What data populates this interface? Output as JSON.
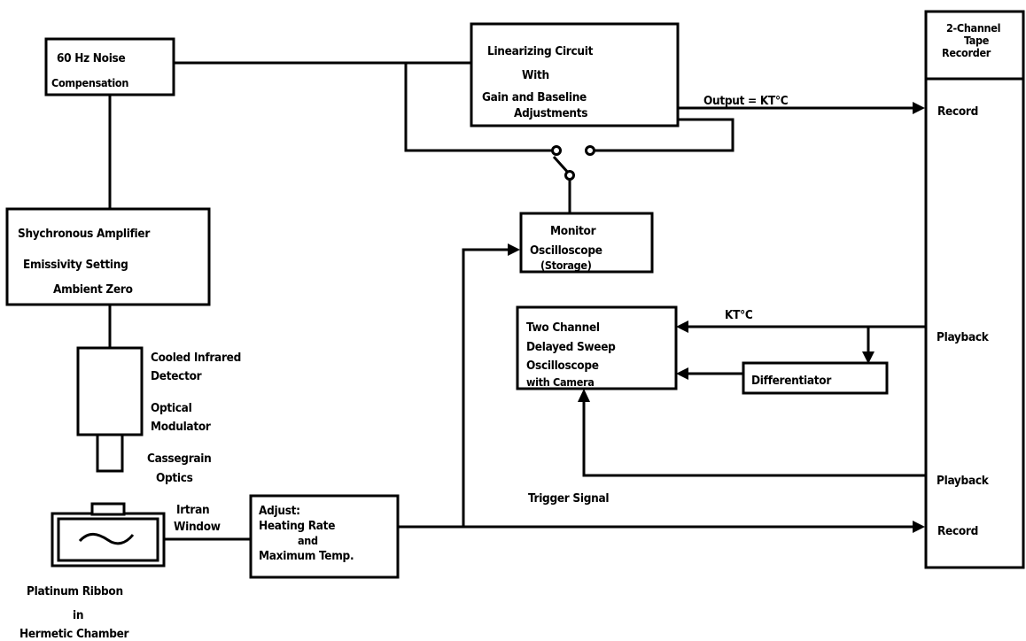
{
  "blocks": {
    "noise_comp": [
      "60 Hz Noise",
      "Compensation"
    ],
    "linearizing": [
      "Linearizing Circuit",
      "With",
      "Gain and Baseline",
      "Adjustments"
    ],
    "tape_recorder": [
      "2-Channel",
      "Tape",
      "Recorder"
    ],
    "sync_amp": [
      "Shychronous Amplifier",
      "Emissivity Setting",
      "Ambient Zero"
    ],
    "monitor_scope": [
      "Monitor",
      "Oscilloscope",
      "(Storage)"
    ],
    "two_channel_scope": [
      "Two Channel",
      "Delayed Sweep",
      "Oscilloscope",
      "with Camera"
    ],
    "differentiator": [
      "Differentiator"
    ],
    "adjust": [
      "Adjust:",
      "Heating Rate",
      "and",
      "Maximum Temp."
    ]
  },
  "labels": {
    "output": "Output = KT°C",
    "kt": "KT°C",
    "trigger": "Trigger Signal",
    "record_top": "Record",
    "playback_1": "Playback",
    "playback_2": "Playback",
    "record_bottom": "Record",
    "detector": [
      "Cooled Infrared",
      "Detector"
    ],
    "modulator": [
      "Optical",
      "Modulator"
    ],
    "optics": [
      "Cassegrain",
      "Optics"
    ],
    "window": [
      "Irtran",
      "Window"
    ],
    "ribbon": [
      "Platinum Ribbon",
      "in",
      "Hermetic Chamber"
    ]
  }
}
